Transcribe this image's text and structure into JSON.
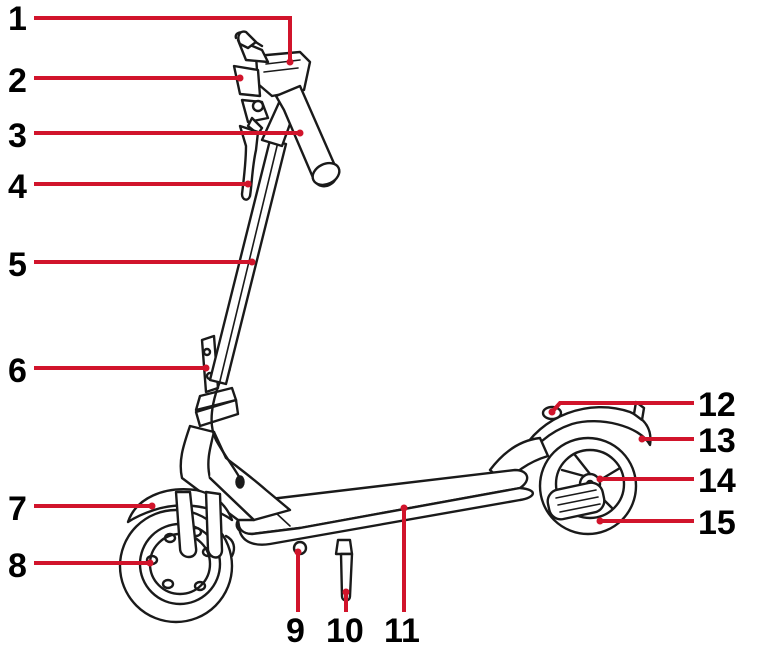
{
  "colors": {
    "leader": "#d1142b",
    "ink": "#1a1a1a",
    "background": "#ffffff"
  },
  "callouts": [
    {
      "id": "1",
      "label": "1"
    },
    {
      "id": "2",
      "label": "2"
    },
    {
      "id": "3",
      "label": "3"
    },
    {
      "id": "4",
      "label": "4"
    },
    {
      "id": "5",
      "label": "5"
    },
    {
      "id": "6",
      "label": "6"
    },
    {
      "id": "7",
      "label": "7"
    },
    {
      "id": "8",
      "label": "8"
    },
    {
      "id": "9",
      "label": "9"
    },
    {
      "id": "10",
      "label": "10"
    },
    {
      "id": "11",
      "label": "11"
    },
    {
      "id": "12",
      "label": "12"
    },
    {
      "id": "13",
      "label": "13"
    },
    {
      "id": "14",
      "label": "14"
    },
    {
      "id": "15",
      "label": "15"
    }
  ]
}
